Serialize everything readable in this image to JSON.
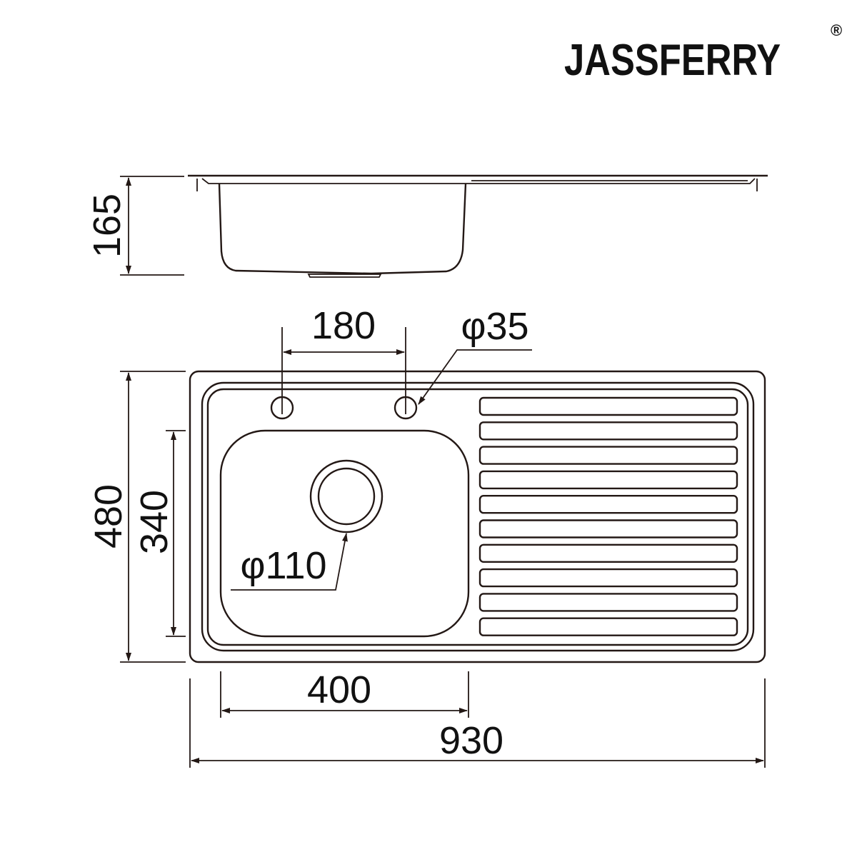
{
  "brand": {
    "name": "JASSFERRY",
    "mark": "®"
  },
  "dimensions": {
    "height": "165",
    "tap_spacing": "180",
    "tap_hole": "φ35",
    "width_depth": "480",
    "bowl_depth": "340",
    "drain": "φ110",
    "bowl_width": "400",
    "overall_length": "930"
  },
  "colors": {
    "line": "#231815",
    "text": "#111111"
  }
}
